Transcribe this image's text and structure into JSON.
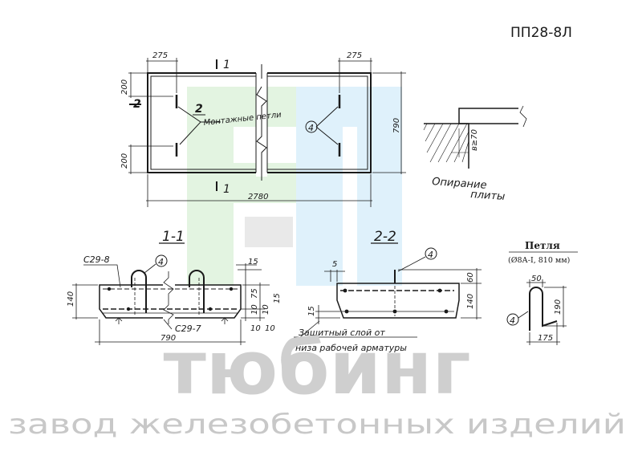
{
  "title": "ПП28-8Л",
  "plan": {
    "dim_left_top": "275",
    "dim_right_top": "275",
    "dim_left_200_top": "200",
    "dim_left_200_bottom": "200",
    "dim_right_height": "790",
    "dim_bottom_length": "2780",
    "section_mark_top": "1",
    "section_mark_bottom": "1",
    "section_mark_side": "2",
    "callout_2": "2",
    "callout_label": "Монтажные петли",
    "callout_4": "4"
  },
  "support": {
    "dim_b": "в≥70",
    "label_line1": "Опирание",
    "label_line2": "плиты"
  },
  "section_1_1": {
    "title": "1-1",
    "bar_top": "С29-8",
    "bar_bottom": "С29-7",
    "callout_4": "4",
    "dim_width": "790",
    "dim_height": "140",
    "dim_15_top": "15",
    "dim_75": "75",
    "dim_15_right": "15",
    "dim_10_a": "10",
    "dim_10_b": "10",
    "dim_10_c": "10",
    "dim_10_d": "10"
  },
  "section_2_2": {
    "title": "2-2",
    "callout_4": "4",
    "dim_5": "5",
    "dim_60": "60",
    "dim_140": "140",
    "dim_15": "15",
    "note_line1": "Защитный слой от",
    "note_line2": "низа рабочей арматуры"
  },
  "loop": {
    "title": "Петля",
    "spec": "(Ø8А-I, 810 мм)",
    "dim_50": "50",
    "dim_190": "190",
    "dim_175": "175",
    "callout_4": "4"
  },
  "watermark": {
    "brand": "тюбинг",
    "tagline": "завод железобетонных изделий"
  }
}
